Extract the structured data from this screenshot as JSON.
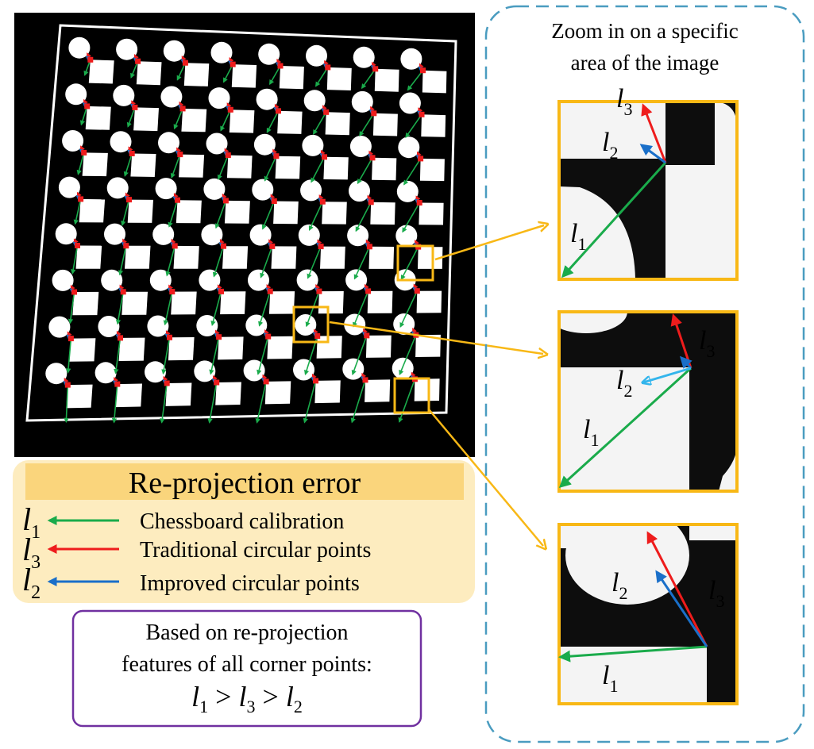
{
  "legend": {
    "title": "Re-projection error",
    "items": [
      {
        "symbol": "l",
        "sub": "1",
        "text": "Chessboard calibration",
        "color": "#1aab4b"
      },
      {
        "symbol": "l",
        "sub": "3",
        "text": "Traditional circular points",
        "color": "#ee1c1c"
      },
      {
        "symbol": "l",
        "sub": "2",
        "text": "Improved circular points",
        "color": "#1a6fc9"
      }
    ]
  },
  "conclusion": {
    "line1": "Based on re-projection",
    "line2": "features of all corner points:",
    "formula": [
      {
        "t": "l",
        "sub": "1"
      },
      {
        "t": " > "
      },
      {
        "t": "l",
        "sub": "3"
      },
      {
        "t": " > "
      },
      {
        "t": "l",
        "sub": "2"
      }
    ]
  },
  "zoom": {
    "title_line1": "Zoom in on a specific",
    "title_line2": "area of the image",
    "labels": {
      "l": "l",
      "s1": "1",
      "s2": "2",
      "s3": "3"
    }
  },
  "colors": {
    "green": "#1aab4b",
    "red": "#ee1c1c",
    "blue": "#1a6fc9",
    "lightblue": "#33b5ec",
    "orange": "#f8b816",
    "legend_bg": "#fdecbf",
    "legend_title_bg": "#fad57c",
    "purple": "#7030a0",
    "dash": "#4a9cc0"
  }
}
